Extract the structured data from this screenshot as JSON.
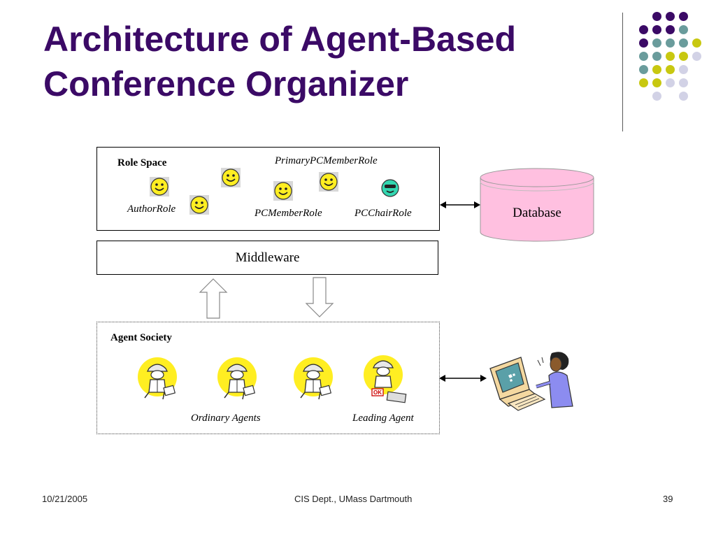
{
  "title": {
    "line1": "Architecture of Agent-Based",
    "line2": "Conference Organizer"
  },
  "role_space": {
    "label": "Role Space",
    "author_role": "AuthorRole",
    "primary_pc_member_role": "PrimaryPCMemberRole",
    "pc_member_role": "PCMemberRole",
    "pc_chair_role": "PCChairRole"
  },
  "database": {
    "label": "Database"
  },
  "middleware": {
    "label": "Middleware"
  },
  "agent_society": {
    "label": "Agent Society",
    "ordinary_agents": "Ordinary Agents",
    "leading_agent": "Leading Agent",
    "ok_stamp": "OK"
  },
  "footer": {
    "date": "10/21/2005",
    "center": "CIS Dept., UMass Dartmouth",
    "page": "39"
  },
  "colors": {
    "title": "#3b0a66",
    "dot_purple": "#3b0a66",
    "dot_teal": "#6a9c9c",
    "dot_yellow": "#c8c810",
    "dot_lavender": "#d2d2e6",
    "database_fill": "#ffc0e0",
    "smiley_yellow": "#ffee22",
    "smiley_green": "#33d6b0"
  },
  "icons": {
    "role_smiley": "smiley-face-icon",
    "chair_smiley": "sunglasses-smiley-icon",
    "agent": "detective-agent-icon",
    "user": "person-at-computer-icon"
  }
}
